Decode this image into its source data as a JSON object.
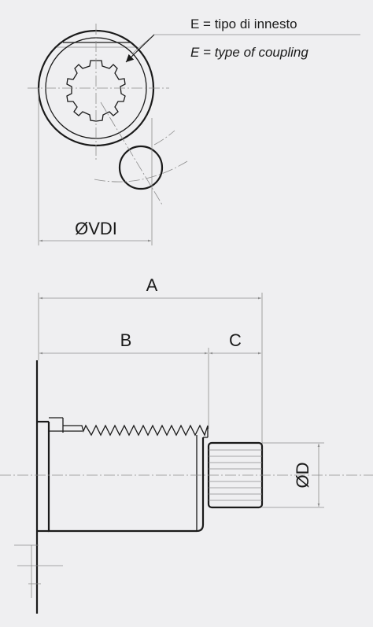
{
  "labels": {
    "coupling_it": "E = tipo di innesto",
    "coupling_en": "E = type of coupling",
    "vdi": "ØVDI",
    "a": "A",
    "b": "B",
    "c": "C",
    "d": "ØD"
  },
  "colors": {
    "background": "#efeff1",
    "line": "#1a1a1a",
    "thin_line": "#8c8c8c"
  }
}
